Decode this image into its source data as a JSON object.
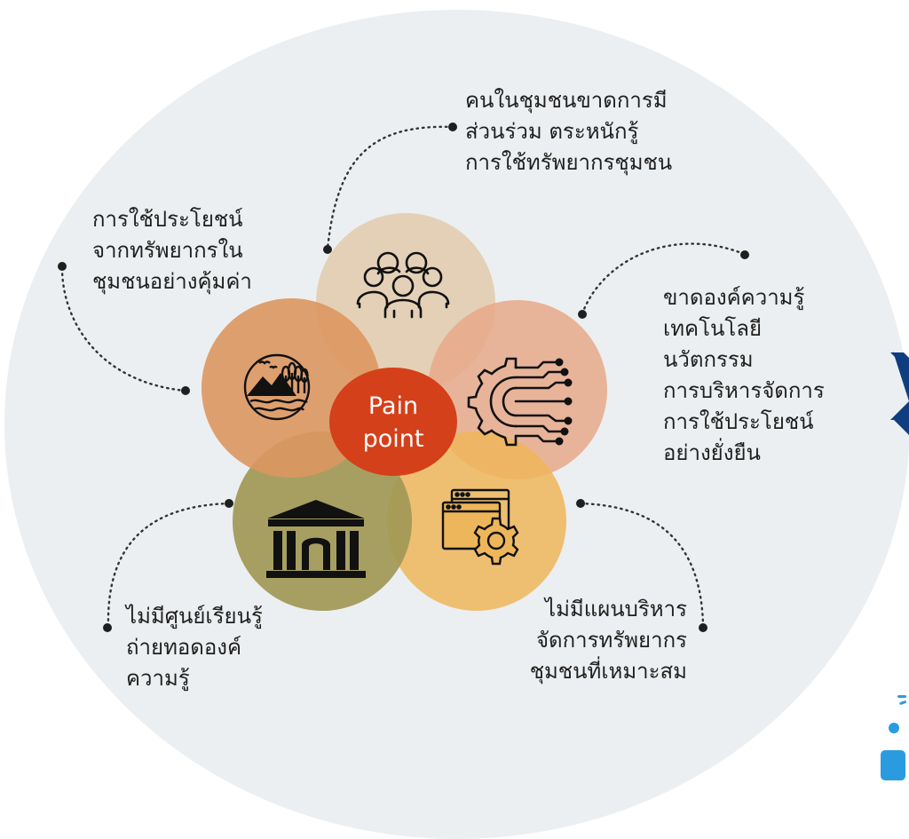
{
  "center_label": [
    "Pain",
    "point"
  ],
  "callouts": {
    "top": [
      "คนในชุมชนขาดการมี",
      "ส่วนร่วม ตระหนักรู้",
      "การใช้ทรัพยากรชุมชน"
    ],
    "upper_left": [
      "การใช้ประโยชน์",
      "จากทรัพยากรใน",
      "ชุมชนอย่างคุ้มค่า"
    ],
    "right": [
      "ขาดองค์ความรู้",
      "เทคโนโลยี",
      "นวัตกรรม",
      "การบริหารจัดการ",
      "การใช้ประโยชน์",
      "อย่างยั่งยืน"
    ],
    "lower_left": [
      "ไม่มีศูนย์เรียนรู้",
      "ถ่ายทอดองค์",
      "ความรู้"
    ],
    "lower_right": [
      "ไม่มีแผนบริหาร",
      "จัดการทรัพยากร",
      "ชุมชนที่เหมาะสม"
    ]
  },
  "petals": [
    {
      "name": "community-people",
      "icon": "people-group-icon",
      "color": "#e3cdb1"
    },
    {
      "name": "technology",
      "icon": "circuit-gear-icon",
      "color": "#e8a98a"
    },
    {
      "name": "management-plan",
      "icon": "browser-gear-icon",
      "color": "#eeb65a"
    },
    {
      "name": "learning-center",
      "icon": "building-pillars-icon",
      "color": "#a19856"
    },
    {
      "name": "natural-resources",
      "icon": "landscape-icon",
      "color": "#dd9660"
    }
  ],
  "colors": {
    "background_ellipse": "#eceff1",
    "center": "#d4401a",
    "center_text": "#ffffff",
    "dots": "#222222",
    "edge_chevron": "#0f3e80",
    "edge_logo": "#2b9be0"
  }
}
